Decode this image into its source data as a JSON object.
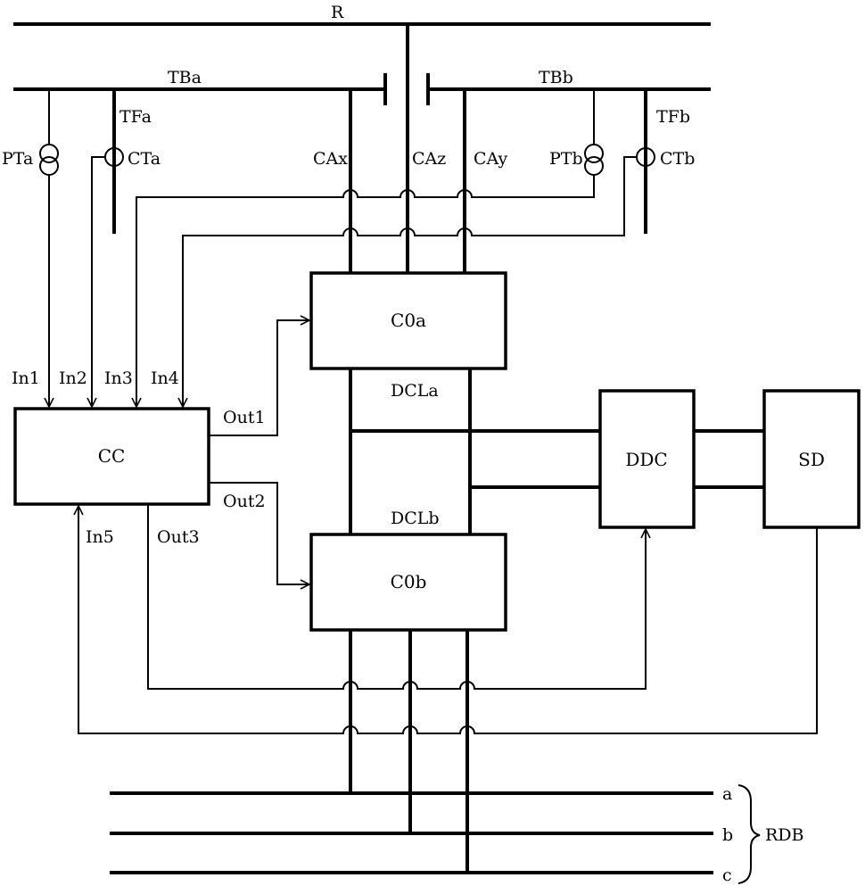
{
  "labels": {
    "bus_r": "R",
    "bus_tba": "TBa",
    "bus_tbb": "TBb",
    "tfa": "TFa",
    "tfb": "TFb",
    "pta": "PTa",
    "cta": "CTa",
    "ptb": "PTb",
    "ctb": "CTb",
    "cax": "CAx",
    "caz": "CAz",
    "cay": "CAy",
    "in1": "In1",
    "in2": "In2",
    "in3": "In3",
    "in4": "In4",
    "in5": "In5",
    "out1": "Out1",
    "out2": "Out2",
    "out3": "Out3",
    "dcla": "DCLa",
    "dclb": "DCLb",
    "rdb": "RDB",
    "line_a": "a",
    "line_b": "b",
    "line_c": "c"
  },
  "blocks": {
    "cc": "CC",
    "c0a": "C0a",
    "c0b": "C0b",
    "ddc": "DDC",
    "sd": "SD"
  }
}
